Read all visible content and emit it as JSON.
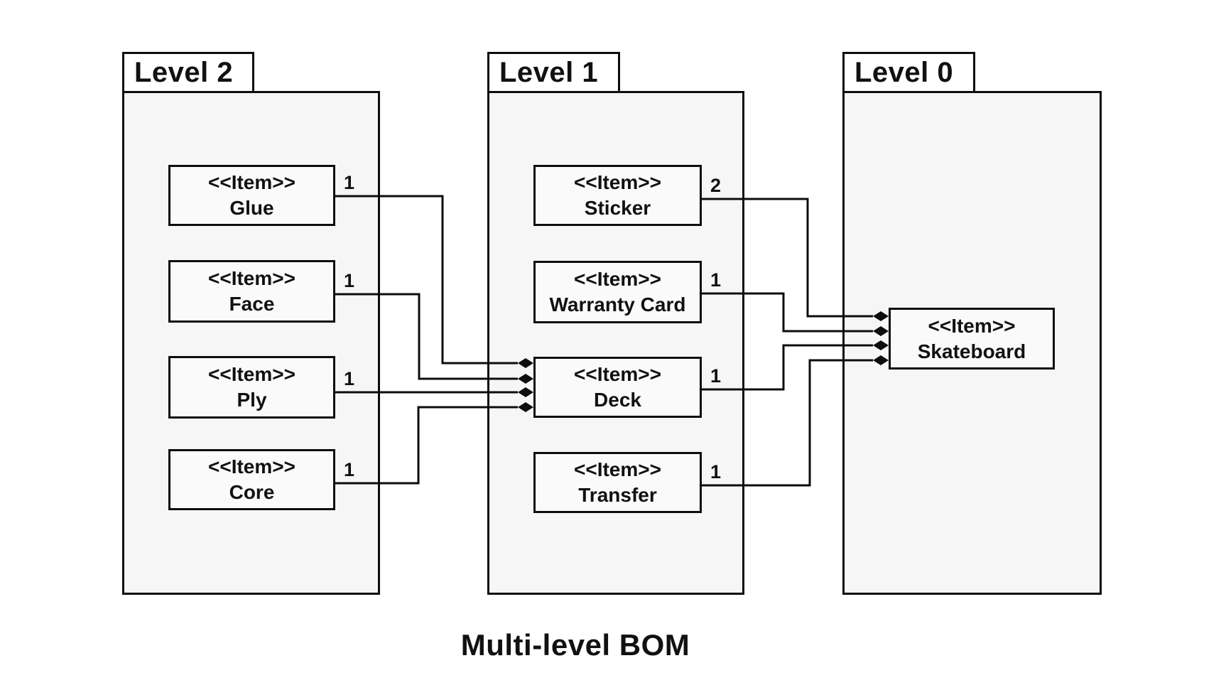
{
  "title": "Multi-level BOM",
  "stereotype": "<<Item>>",
  "packages": [
    {
      "label": "Level 2",
      "items": [
        {
          "name": "Glue"
        },
        {
          "name": "Face"
        },
        {
          "name": "Ply"
        },
        {
          "name": "Core"
        }
      ]
    },
    {
      "label": "Level 1",
      "items": [
        {
          "name": "Sticker"
        },
        {
          "name": "Warranty Card"
        },
        {
          "name": "Deck"
        },
        {
          "name": "Transfer"
        }
      ]
    },
    {
      "label": "Level 0",
      "items": [
        {
          "name": "Skateboard"
        }
      ]
    }
  ],
  "connections": [
    {
      "from": "Glue",
      "to": "Deck",
      "multiplicity": "1",
      "type": "composition"
    },
    {
      "from": "Face",
      "to": "Deck",
      "multiplicity": "1",
      "type": "composition"
    },
    {
      "from": "Ply",
      "to": "Deck",
      "multiplicity": "1",
      "type": "composition"
    },
    {
      "from": "Core",
      "to": "Deck",
      "multiplicity": "1",
      "type": "composition"
    },
    {
      "from": "Sticker",
      "to": "Skateboard",
      "multiplicity": "2",
      "type": "composition"
    },
    {
      "from": "Warranty Card",
      "to": "Skateboard",
      "multiplicity": "1",
      "type": "composition"
    },
    {
      "from": "Deck",
      "to": "Skateboard",
      "multiplicity": "1",
      "type": "composition"
    },
    {
      "from": "Transfer",
      "to": "Skateboard",
      "multiplicity": "1",
      "type": "composition"
    }
  ],
  "colors": {
    "line": "#0d0d0d",
    "package_fill": "#f6f6f6",
    "item_fill": "#fafafa",
    "tab_fill": "#ffffff",
    "background": "#ffffff",
    "text": "#111111"
  }
}
